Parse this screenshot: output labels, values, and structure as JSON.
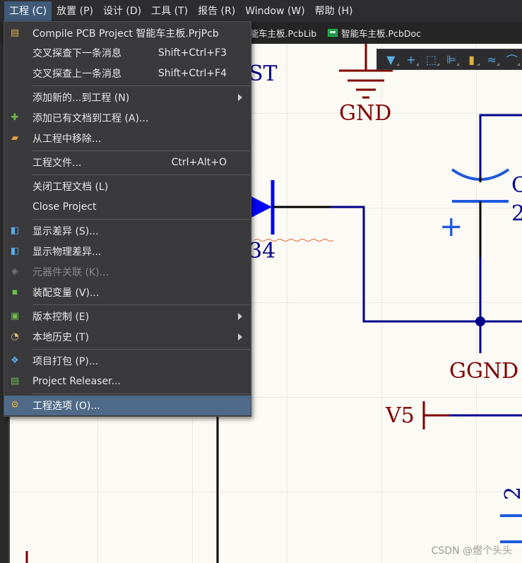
{
  "menubar": {
    "items": [
      {
        "label": "工程 (C)",
        "active": true
      },
      {
        "label": "放置 (P)"
      },
      {
        "label": "设计 (D)"
      },
      {
        "label": "工具 (T)"
      },
      {
        "label": "报告 (R)"
      },
      {
        "label": "Window (W)"
      },
      {
        "label": "帮助 (H)"
      }
    ]
  },
  "tabs": [
    {
      "label": "智能车主板.PcbLib"
    },
    {
      "label": "智能车主板.PcbDoc"
    }
  ],
  "dropdown": {
    "items": [
      {
        "label": "Compile PCB Project 智能车主板.PrjPcb",
        "icon": "compile-icon"
      },
      {
        "label": "交叉探查下一条消息",
        "shortcut": "Shift+Ctrl+F3"
      },
      {
        "label": "交叉探查上一条消息",
        "shortcut": "Shift+Ctrl+F4"
      },
      {
        "label": "添加新的...到工程 (N)",
        "submenu": true
      },
      {
        "label": "添加已有文档到工程 (A)...",
        "icon": "add-document-icon"
      },
      {
        "label": "从工程中移除...",
        "icon": "remove-folder-icon"
      },
      {
        "label": "工程文件...",
        "shortcut": "Ctrl+Alt+O"
      },
      {
        "label": "关闭工程文档 (L)"
      },
      {
        "label": "Close Project"
      },
      {
        "label": "显示差异 (S)...",
        "icon": "show-diff-icon"
      },
      {
        "label": "显示物理差异...",
        "icon": "physical-diff-icon"
      },
      {
        "label": "元器件关联 (K)...",
        "icon": "component-link-icon",
        "disabled": true
      },
      {
        "label": "装配变量 (V)...",
        "icon": "variant-icon"
      },
      {
        "label": "版本控制 (E)",
        "icon": "version-control-icon",
        "submenu": true
      },
      {
        "label": "本地历史 (T)",
        "icon": "history-icon",
        "submenu": true
      },
      {
        "label": "项目打包 (P)...",
        "icon": "package-icon"
      },
      {
        "label": "Project Releaser...",
        "icon": "releaser-icon"
      },
      {
        "label": "工程选项 (O)...",
        "icon": "project-options-icon",
        "highlighted": true
      }
    ]
  },
  "schematic": {
    "labels": {
      "partial_top": "ST",
      "gnd": "GND",
      "diode_ref": "34",
      "cap_ref_a": "C",
      "cap_ref_b": "2",
      "plus": "+",
      "ggnd": "GGND",
      "v5": "V5",
      "partial_bottom": "2"
    },
    "colors": {
      "wire": "#00008b",
      "power": "#800000",
      "diode": "#0000ff",
      "component": "#1e5adc"
    }
  },
  "toolbar": {
    "icons": [
      "filter-icon",
      "add-icon",
      "select-rect-icon",
      "align-icon",
      "component-icon",
      "wire-icon",
      "net-icon"
    ]
  },
  "watermark": "CSDN @煜个头头"
}
